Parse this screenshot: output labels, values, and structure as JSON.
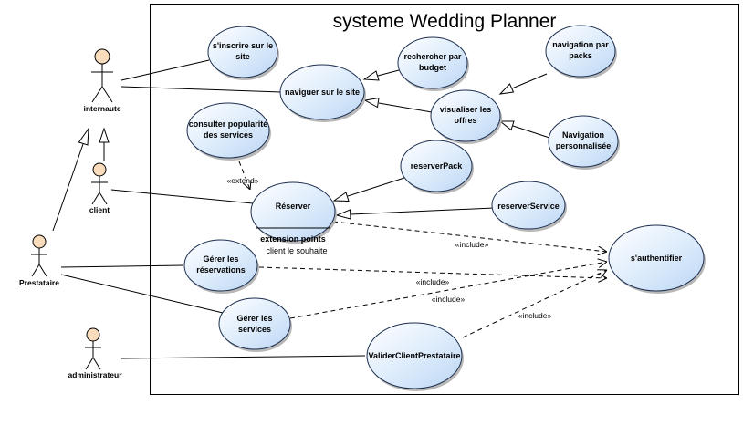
{
  "system": {
    "title": "systeme Wedding Planner"
  },
  "actors": {
    "internaute": "internaute",
    "client": "client",
    "prestataire": "Prestataire",
    "administrateur": "administrateur"
  },
  "usecases": {
    "inscrire": [
      "s'inscrire sur le",
      "site"
    ],
    "naviguer": [
      "naviguer sur le site"
    ],
    "rechercher_budget": [
      "rechercher par",
      "budget"
    ],
    "navigation_packs": [
      "navigation par",
      "packs"
    ],
    "visualiser_offres": [
      "visualiser les",
      "offres"
    ],
    "navigation_perso": [
      "Navigation",
      "personnalisée"
    ],
    "consulter": [
      "consulter popularité",
      "des services"
    ],
    "reserver_pack": [
      "reserverPack"
    ],
    "reserver": [
      "Réserver"
    ],
    "reserver_extension": [
      "extension points",
      "client le souhaite"
    ],
    "reserver_service": [
      "reserverService"
    ],
    "gerer_reservations": [
      "Gérer les",
      "réservations"
    ],
    "authentifier": [
      "s'authentifier"
    ],
    "gerer_services": [
      "Gérer les",
      "services"
    ],
    "valider_client": [
      "ValiderClientPrestataire"
    ]
  },
  "relations": {
    "extend": "«extend»",
    "include_1": "«include»",
    "include_2": "«include»",
    "include_3": "«include»",
    "include_4": "«include»"
  }
}
